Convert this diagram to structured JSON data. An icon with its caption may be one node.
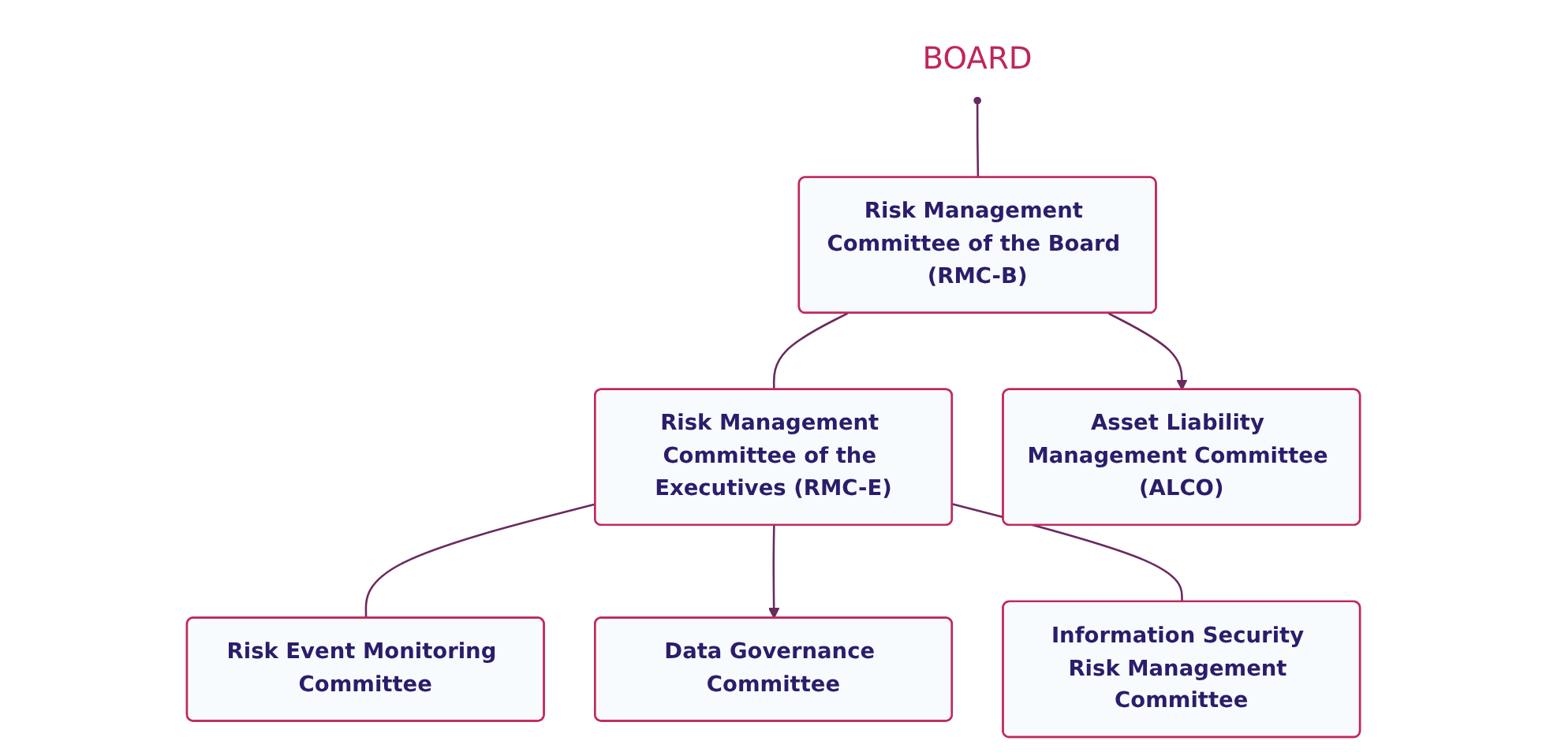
{
  "diagram": {
    "nodes": [
      {
        "text": [
          "BOARD"
        ]
      },
      {
        "text": [
          "Risk Management Committee of the Board (RMC-B)"
        ]
      },
      {
        "text": [
          "Risk Management Committee of the Executives (RMC-E)"
        ]
      },
      {
        "text": [
          "Asset Liability Management Committee (ALCO)"
        ]
      },
      {
        "text": [
          "Risk Event Monitoring Committee"
        ]
      },
      {
        "text": [
          "Data Governance Committee"
        ]
      },
      {
        "text": [
          "Information Security Risk Management Committee"
        ]
      }
    ],
    "edges": [
      {
        "from": 0,
        "to": 1,
        "arrow": "other"
      },
      {
        "from": 1,
        "to": 2,
        "arrow": "none"
      },
      {
        "from": 1,
        "to": 3,
        "arrow": "to"
      },
      {
        "from": 2,
        "to": 4,
        "arrow": "none"
      },
      {
        "from": 2,
        "to": 5,
        "arrow": "to"
      },
      {
        "from": 2,
        "to": 6,
        "arrow": "none"
      }
    ]
  }
}
